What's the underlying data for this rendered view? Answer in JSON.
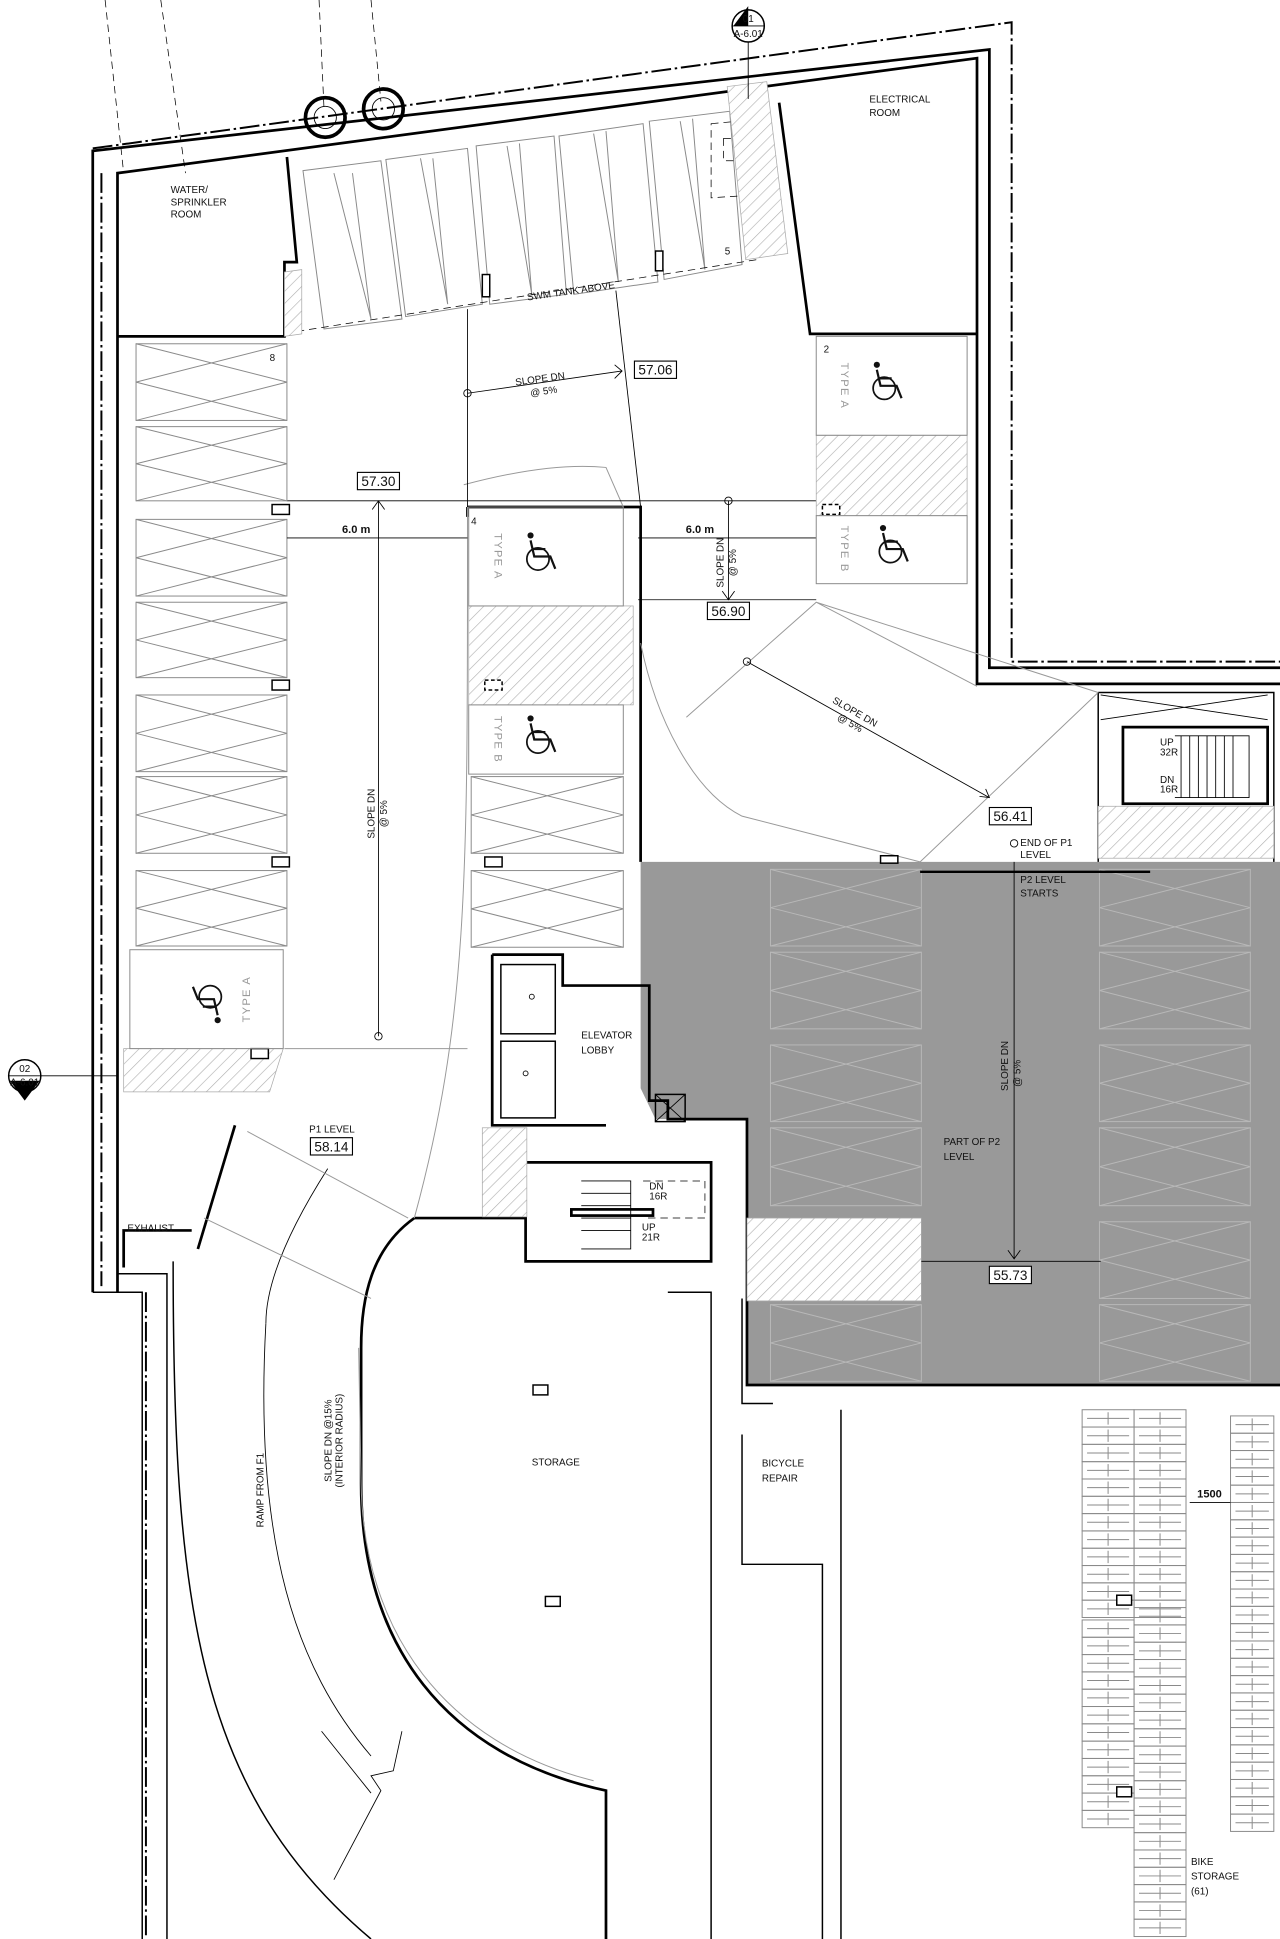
{
  "sheet": {
    "colors": {
      "p2_area": "#999999",
      "walls": "#000000",
      "stalls": "#8a8a8a",
      "hatch": "#b0b0b0"
    },
    "section_tags": [
      {
        "number": "01",
        "sheet": "A-6.01"
      },
      {
        "number": "02",
        "sheet": "A-6.01"
      }
    ],
    "rooms": {
      "water_sprinkler": [
        "WATER/",
        "SPRINKLER",
        "ROOM"
      ],
      "electrical": [
        "ELECTRICAL",
        "ROOM"
      ],
      "elevator_lobby": [
        "ELEVATOR",
        "LOBBY"
      ],
      "exhaust": "EXHAUST",
      "storage": "STORAGE",
      "bicycle_repair": [
        "BICYCLE",
        "REPAIR"
      ],
      "bike_storage": [
        "BIKE",
        "STORAGE",
        "(61)"
      ]
    },
    "notes": {
      "swm_tank": "SWM TANK ABOVE",
      "end_p1": [
        "END OF P1",
        "LEVEL"
      ],
      "p2_starts": [
        "P2 LEVEL",
        "STARTS"
      ],
      "part_p2": [
        "PART OF P2",
        "LEVEL"
      ],
      "p1_level": "P1 LEVEL",
      "ramp_from": "RAMP FROM F1",
      "ramp_slope": [
        "SLOPE DN @15%",
        "(INTERIOR RADIUS)"
      ]
    },
    "slopes": [
      [
        "SLOPE DN",
        "@ 5%"
      ],
      [
        "SLOPE DN",
        "@ 5%"
      ],
      [
        "SLOPE DN",
        "@ 5%"
      ],
      [
        "SLOPE DN",
        "@ 5%"
      ],
      [
        "SLOPE DN",
        "@ 5%"
      ]
    ],
    "elevations": [
      "57.06",
      "57.30",
      "56.90",
      "56.41",
      "58.14",
      "55.73"
    ],
    "dimensions": [
      "6.0 m",
      "6.0 m",
      "1500"
    ],
    "stall_numbers": [
      "8",
      "5",
      "2",
      "4"
    ],
    "accessible": [
      "TYPE A",
      "TYPE A",
      "TYPE B",
      "TYPE B",
      "TYPE A"
    ],
    "stairs": {
      "east": [
        "UP",
        "32R",
        "DN",
        "16R"
      ],
      "core": [
        "DN",
        "16R",
        "UP",
        "21R"
      ]
    }
  }
}
